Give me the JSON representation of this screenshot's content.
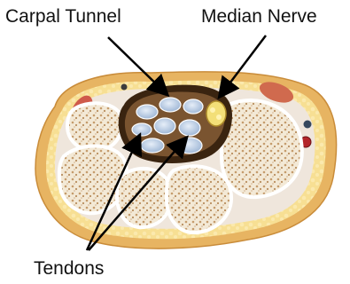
{
  "diagram": {
    "labels": {
      "carpal_tunnel": "Carpal Tunnel",
      "median_nerve": "Median Nerve",
      "tendons": "Tendons"
    },
    "colors": {
      "skin": "#e8b86a",
      "fat": "#f6de8e",
      "bone": "#f1e7d3",
      "bone_texture": "#c9a57a",
      "tunnel": "#3a2410",
      "tendon": "#c9d8ec",
      "nerve": "#f4e27a",
      "muscle": "#d0564a",
      "artery": "#b8262a",
      "arrow": "#000000"
    }
  }
}
